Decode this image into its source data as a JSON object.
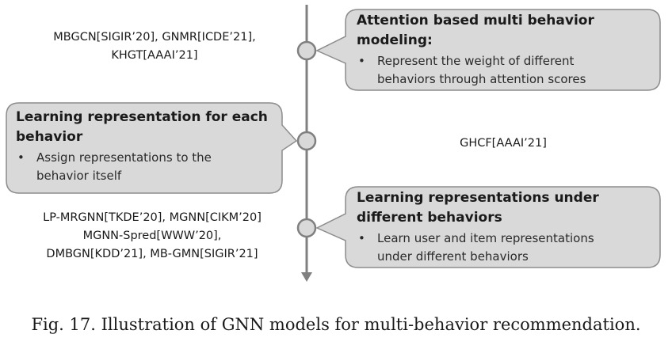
{
  "callouts": [
    {
      "title_lines": [
        "Attention based multi behavior",
        "modeling:"
      ],
      "bullet_lines": [
        "Represent the weight of different",
        "behaviors through attention scores"
      ]
    },
    {
      "title_lines": [
        "Learning representation for each",
        "behavior"
      ],
      "bullet_lines": [
        "Assign representations to the",
        "behavior itself"
      ]
    },
    {
      "title_lines": [
        "Learning representations under",
        "different behaviors"
      ],
      "bullet_lines": [
        "Learn user and item representations",
        "under different behaviors"
      ]
    }
  ],
  "model_groups": [
    {
      "lines": [
        "MBGCN[SIGIR’20], GNMR[ICDE’21],",
        "KHGT[AAAI’21]"
      ]
    },
    {
      "lines": [
        "GHCF[AAAI’21]"
      ]
    },
    {
      "lines": [
        "LP-MRGNN[TKDE’20], MGNN[CIKM’20]",
        "MGNN-Spred[WWW’20],",
        "DMBGN[KDD’21], MB-GMN[SIGIR’21]"
      ]
    }
  ],
  "caption": "Fig. 17.  Illustration of GNN models for multi-behavior recommendation.",
  "colors": {
    "axis": "#808080",
    "node_fill": "#d9d9d9",
    "callout_fill": "#d9d9d9",
    "callout_stroke": "#8c8c8c"
  }
}
